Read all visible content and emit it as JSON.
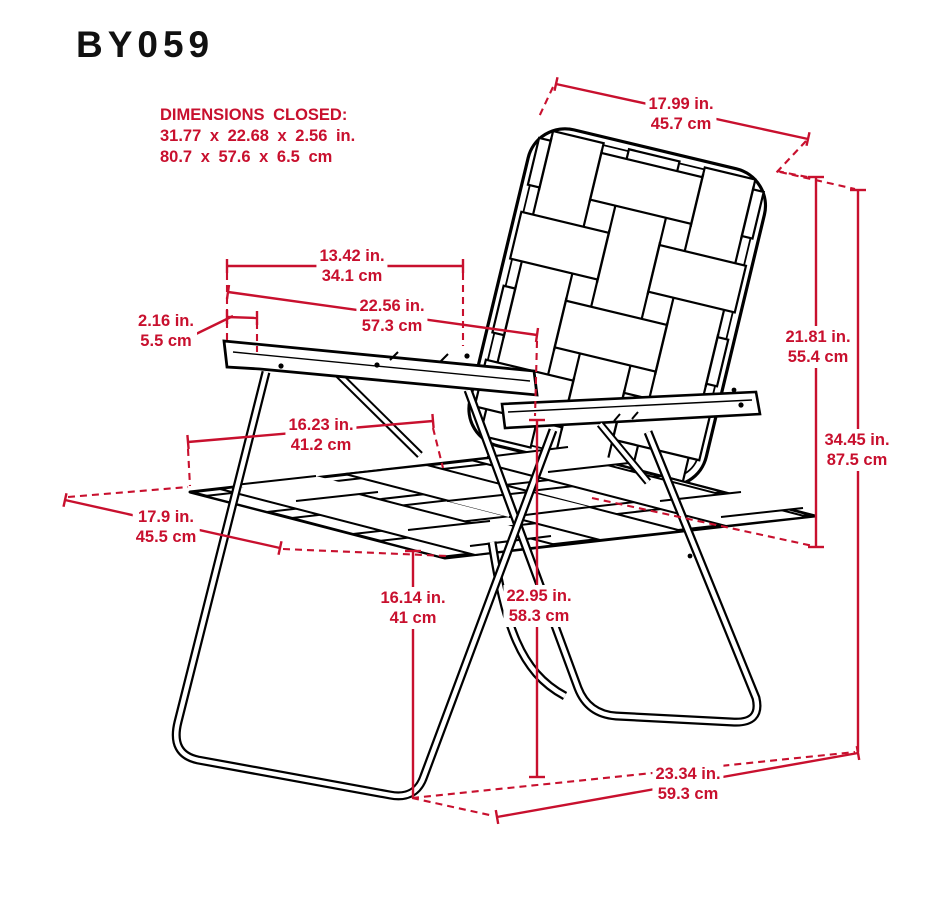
{
  "title": "BY059",
  "colors": {
    "accent_red": "#C8102E",
    "line_black": "#000000",
    "background": "#FFFFFF"
  },
  "dimensions_closed": {
    "heading": "DIMENSIONS CLOSED:",
    "inches": "31.77 x 22.68 x 2.56 in.",
    "cm": "80.7 x 57.6 x 6.5 cm"
  },
  "dimensions": {
    "back_top_width": {
      "in": "17.99 in.",
      "cm": "45.7 cm"
    },
    "armrest_span": {
      "in": "13.42 in.",
      "cm": "34.1 cm"
    },
    "armrest_length": {
      "in": "22.56 in.",
      "cm": "57.3 cm"
    },
    "armrest_tip": {
      "in": "2.16 in.",
      "cm": "5.5 cm"
    },
    "seat_width": {
      "in": "16.23 in.",
      "cm": "41.2 cm"
    },
    "seat_depth": {
      "in": "17.9 in.",
      "cm": "45.5 cm"
    },
    "seat_height": {
      "in": "16.14 in.",
      "cm": "41 cm"
    },
    "armrest_height": {
      "in": "22.95 in.",
      "cm": "58.3 cm"
    },
    "back_height": {
      "in": "21.81 in.",
      "cm": "55.4 cm"
    },
    "overall_height": {
      "in": "34.45 in.",
      "cm": "87.5 cm"
    },
    "base_depth": {
      "in": "23.34 in.",
      "cm": "59.3 cm"
    }
  }
}
